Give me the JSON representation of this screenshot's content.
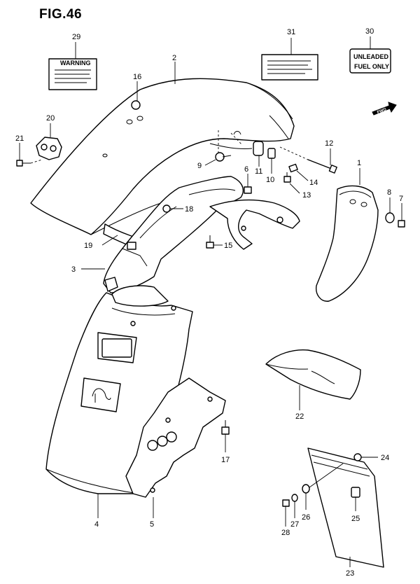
{
  "figure": {
    "title": "FIG.46"
  },
  "labels": {
    "unleaded_line1": "UNLEADED",
    "unleaded_line2": "FUEL ONLY",
    "warning": "WARNING",
    "fwd": "FWD"
  },
  "callouts": {
    "p1": "1",
    "p2": "2",
    "p3": "3",
    "p4": "4",
    "p5": "5",
    "p6": "6",
    "p7": "7",
    "p8": "8",
    "p9": "9",
    "p10": "10",
    "p11": "11",
    "p12": "12",
    "p13": "13",
    "p14": "14",
    "p15": "15",
    "p16": "16",
    "p17": "17",
    "p18": "18",
    "p19": "19",
    "p20": "20",
    "p21": "21",
    "p22": "22",
    "p23": "23",
    "p24": "24",
    "p25": "25",
    "p26": "26",
    "p27": "27",
    "p28": "28",
    "p29": "29",
    "p30": "30",
    "p31": "31"
  }
}
